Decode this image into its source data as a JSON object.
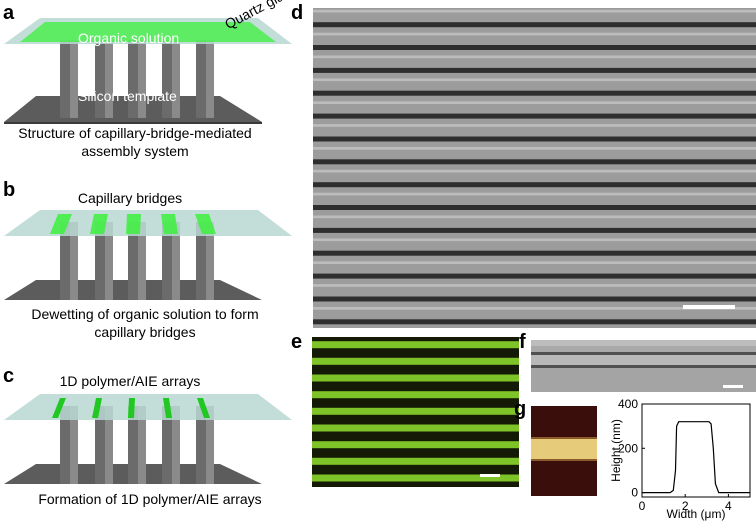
{
  "panels": {
    "a": {
      "letter": "a",
      "glass_label": "Quartz glass",
      "solution_label": "Organic solution",
      "template_label": "Silicon template",
      "caption_line1": "Structure of capillary-bridge-mediated",
      "caption_line2": "assembly system"
    },
    "b": {
      "letter": "b",
      "top_label": "Capillary bridges",
      "caption_line1": "Dewetting of organic solution to form",
      "caption_line2": "capillary bridges"
    },
    "c": {
      "letter": "c",
      "top_label": "1D polymer/AIE arrays",
      "caption_line1": "Formation of 1D polymer/AIE arrays"
    },
    "d": {
      "letter": "d",
      "stripe_count": 14
    },
    "e": {
      "letter": "e",
      "stripe_count": 9
    },
    "f": {
      "letter": "f"
    },
    "g": {
      "letter": "g"
    }
  },
  "colors": {
    "green": "#3ef03e",
    "glass": "#b9d8d2",
    "silicon": "#5a5a5a",
    "sem_light": "#a7a7a7",
    "sem_dark": "#2e2e2e",
    "fluor_bg": "#141a06",
    "fluor_stripe": "#8ad62c",
    "afm_bg": "#3a0e0a",
    "afm_stripe": "#e6cb7a"
  },
  "chart_data": {
    "type": "line",
    "title": "",
    "xlabel": "Width (μm)",
    "ylabel": "Height (nm)",
    "xlim": [
      0,
      5
    ],
    "ylim": [
      -20,
      400
    ],
    "xticks": [
      "0",
      "2",
      "4"
    ],
    "yticks": [
      "0",
      "200",
      "400"
    ],
    "series": [
      {
        "x": [
          0,
          1.3,
          1.45,
          1.55,
          1.6,
          1.7,
          3.1,
          3.2,
          3.3,
          3.4,
          3.55,
          5
        ],
        "y": [
          0,
          0,
          10,
          100,
          300,
          320,
          320,
          310,
          200,
          40,
          0,
          0
        ]
      }
    ]
  }
}
